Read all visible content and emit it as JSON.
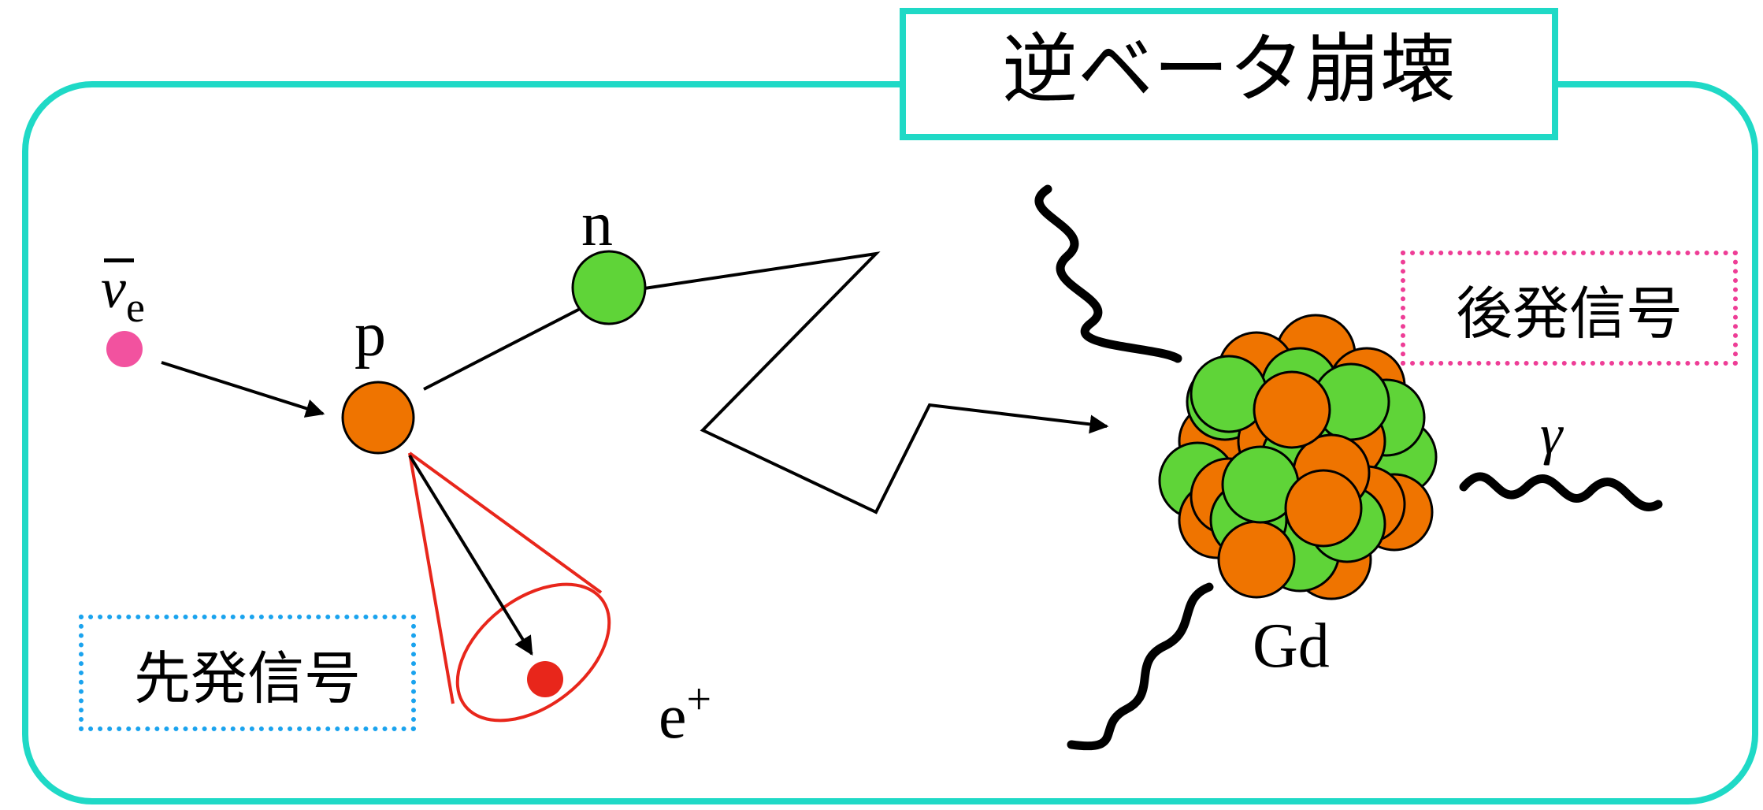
{
  "title": "逆ベータ崩壊",
  "labels": {
    "antineutrino_symbol": "ν",
    "antineutrino_sub": "e",
    "proton": "p",
    "neutron": "n",
    "positron": "e",
    "positron_sup": "+",
    "gadolinium": "Gd",
    "gamma": "γ"
  },
  "signals": {
    "prompt": "先発信号",
    "delayed": "後発信号"
  },
  "colors": {
    "frame": "#1fd9c6",
    "proton": "#ef7400",
    "neutron": "#5fd438",
    "antineutrino": "#f2529f",
    "positron": "#e8261b",
    "cone": "#e8261b",
    "prompt_box": "#1aa3ee",
    "delayed_box": "#ee3d96"
  }
}
